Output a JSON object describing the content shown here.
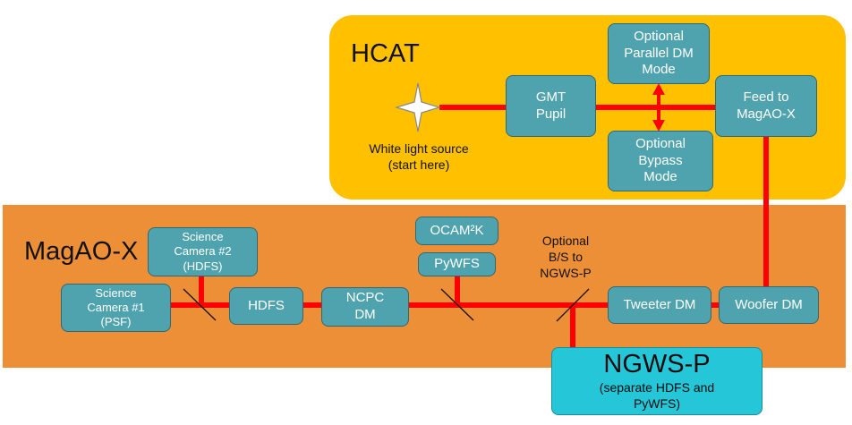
{
  "regions": {
    "hcat": {
      "title": "HCAT"
    },
    "magao": {
      "title": "MagAO-X"
    }
  },
  "colors": {
    "hcat_fill": "#FFC000",
    "magao_fill": "#ED8F37",
    "node_fill": "#4FA3AE",
    "ngws_fill": "#26C6D9",
    "beam": "#FF0000"
  },
  "source": {
    "icon": "star-icon",
    "label": "White light source\n(start here)"
  },
  "nodes": {
    "gmt_pupil": "GMT\nPupil",
    "parallel_dm": "Optional\nParallel DM\nMode",
    "bypass": "Optional\nBypass\nMode",
    "feed": "Feed to\nMagAO-X",
    "woofer": "Woofer DM",
    "tweeter": "Tweeter DM",
    "ncpc": "NCPC\nDM",
    "hdfs": "HDFS",
    "cam1": "Science\nCamera #1\n(PSF)",
    "cam2": "Science\nCamera #2\n(HDFS)",
    "ocam": "OCAM²K",
    "pywfs": "PyWFS"
  },
  "optional_bs": "Optional\nB/S to\nNGWS-P",
  "ngws": {
    "title": "NGWS-P",
    "subtitle": "(separate HDFS and\nPyWFS)"
  }
}
